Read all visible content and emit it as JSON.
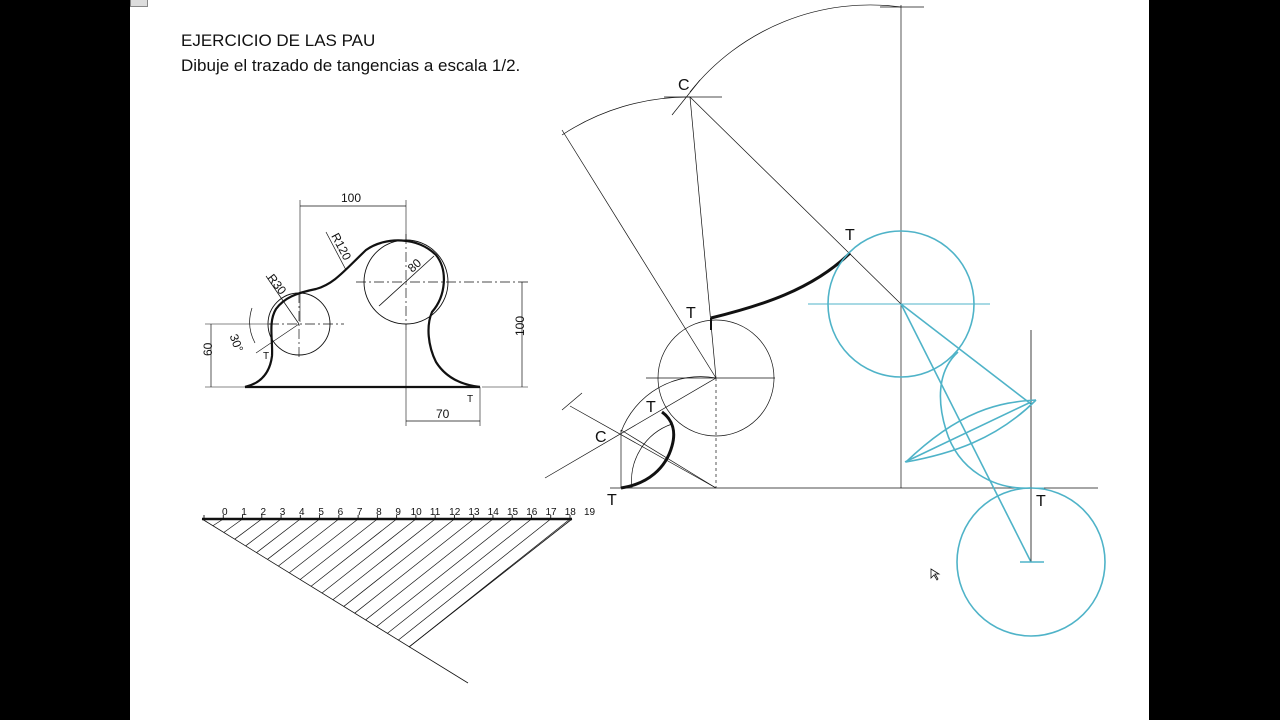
{
  "title": {
    "line1": "EJERCICIO DE LAS PAU",
    "line2": "Dibuje el trazado de tangencias a escala 1/2."
  },
  "sketch_dims": {
    "d100_top": "100",
    "r120": "R120",
    "r30": "R30",
    "d80": "80",
    "a30": "30°",
    "d60": "60",
    "d100_right": "100",
    "d70": "70",
    "t_left": "T",
    "t_bottom": "T"
  },
  "scale": {
    "labels": [
      "0",
      "1",
      "2",
      "3",
      "4",
      "5",
      "6",
      "7",
      "8",
      "9",
      "10",
      "11",
      "12",
      "13",
      "14",
      "15",
      "16",
      "17",
      "18",
      "19"
    ]
  },
  "construction": {
    "c_top": "C",
    "c_left": "C",
    "t_upper_right": "T",
    "t_mid": "T",
    "t_left_arc": "T",
    "t_bottom_left": "T",
    "t_bottom_right": "T"
  },
  "colors": {
    "background": "#000000",
    "paper": "#ffffff",
    "ink": "#111111",
    "construction_blue": "#4fb3c8"
  },
  "icons": {
    "corner": "window-corner-icon",
    "cursor": "mouse-cursor-icon"
  }
}
